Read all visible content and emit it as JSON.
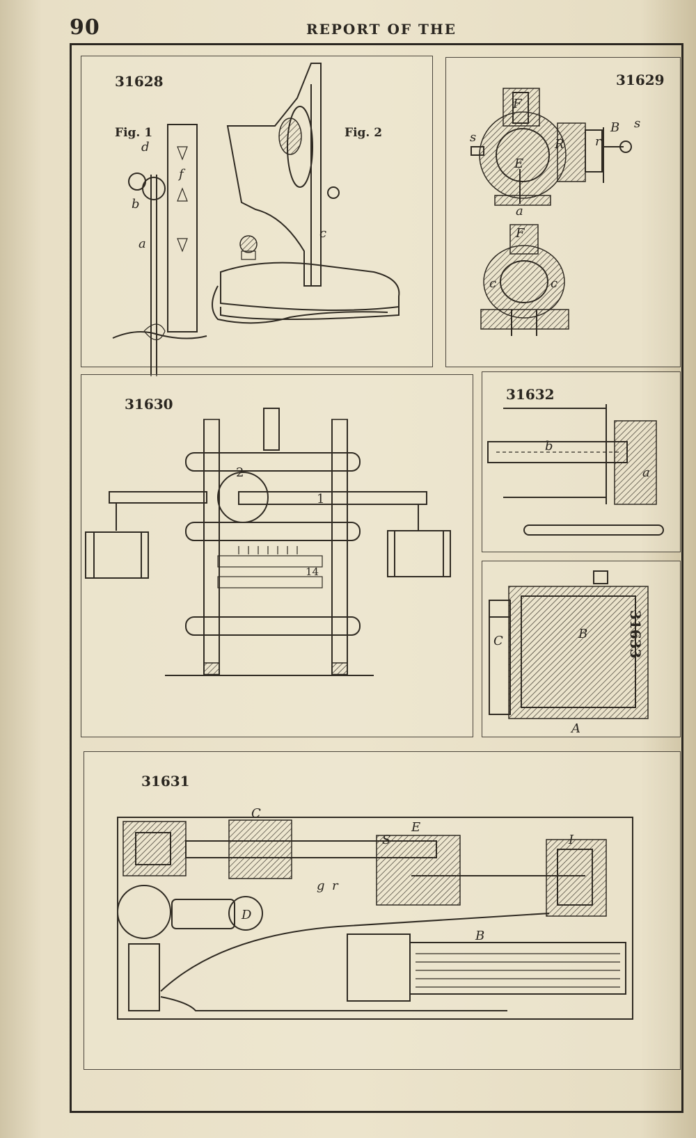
{
  "page": {
    "number": "90",
    "running_head": "REPORT OF THE"
  },
  "panels": {
    "p31628": {
      "patent": "31628",
      "fig1": "Fig. 1",
      "fig2": "Fig. 2",
      "letters": [
        "d",
        "f",
        "b",
        "a",
        "c"
      ]
    },
    "p31629": {
      "patent": "31629",
      "letters": [
        "F",
        "s",
        "B",
        "s",
        "R",
        "r",
        "E",
        "a",
        "F",
        "c",
        "c"
      ]
    },
    "p31630": {
      "patent": "31630",
      "labels": [
        "2",
        "1",
        "14"
      ]
    },
    "p31632": {
      "patent": "31632",
      "letters": [
        "b",
        "a"
      ]
    },
    "p31633": {
      "patent": "31633",
      "letters": [
        "B",
        "C",
        "A"
      ]
    },
    "p31631": {
      "patent": "31631",
      "letters": [
        "C",
        "E",
        "S",
        "D",
        "B",
        "I",
        "g",
        "r"
      ]
    }
  }
}
